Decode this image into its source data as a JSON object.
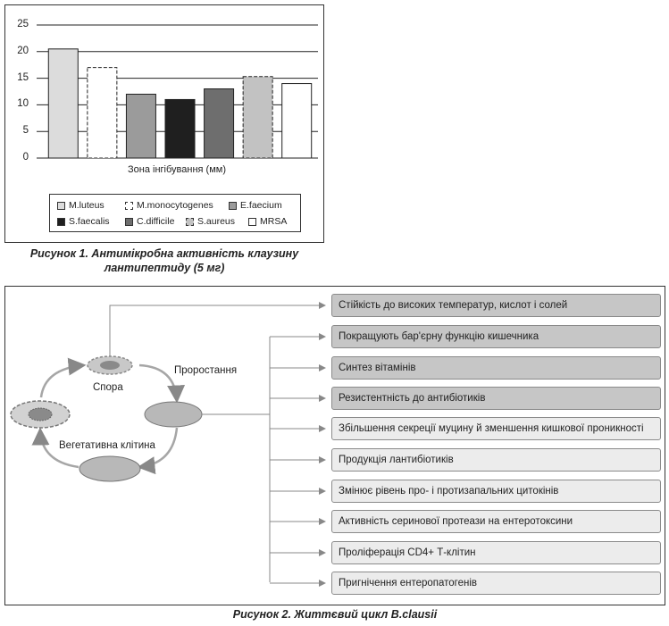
{
  "chart_data": {
    "type": "bar",
    "categories": [
      "M.luteus",
      "M.monocytogenes",
      "E.faecium",
      "S.faecalis",
      "C.difficile",
      "S.aureus",
      "MRSA"
    ],
    "values": [
      20.5,
      17,
      12,
      11,
      13,
      15.3,
      14
    ],
    "xlabel": "Зона інгібування (мм)",
    "ylim": [
      0,
      25
    ],
    "yticks": [
      0,
      5,
      10,
      15,
      20,
      25
    ],
    "grid": true,
    "legend_position": "bottom",
    "series_styles": [
      {
        "fill": "#dcdcdc",
        "dashed": false
      },
      {
        "fill": "#ffffff",
        "dashed": true
      },
      {
        "fill": "#9b9b9b",
        "dashed": false
      },
      {
        "fill": "#1f1f1f",
        "dashed": false
      },
      {
        "fill": "#6e6e6e",
        "dashed": false
      },
      {
        "fill": "#c2c2c2",
        "dashed": true
      },
      {
        "fill": "#ffffff",
        "dashed": false
      }
    ]
  },
  "figure1": {
    "caption_line1": "Рисунок 1. Антимікробна активність клаузину",
    "caption_line2": "лантипептиду (5 мг)"
  },
  "figure2": {
    "caption": "Рисунок 2. Життєвий цикл B.clausii",
    "stages": {
      "spore": "Спора",
      "germination": "Проростання",
      "vegetative": "Вегетативна клітина"
    },
    "benefits": [
      "Стійкість до високих температур, кислот і солей",
      "Покращують бар'єрну функцію кишечника",
      "Синтез вітамінів",
      "Резистентність до антибіотиків",
      "Збільшення секреції муцину й зменшення кишкової проникності",
      "Продукція лантибіотиків",
      "Змінює рівень про- і протизапальних цитокінів",
      "Активність серинової протеази на ентеротоксини",
      "Проліферація CD4+ Т-клітин",
      "Пригнічення ентеропатогенів"
    ],
    "benefit_tones": [
      "dark",
      "dark",
      "dark",
      "dark",
      "light",
      "light",
      "light",
      "light",
      "light",
      "light"
    ]
  }
}
